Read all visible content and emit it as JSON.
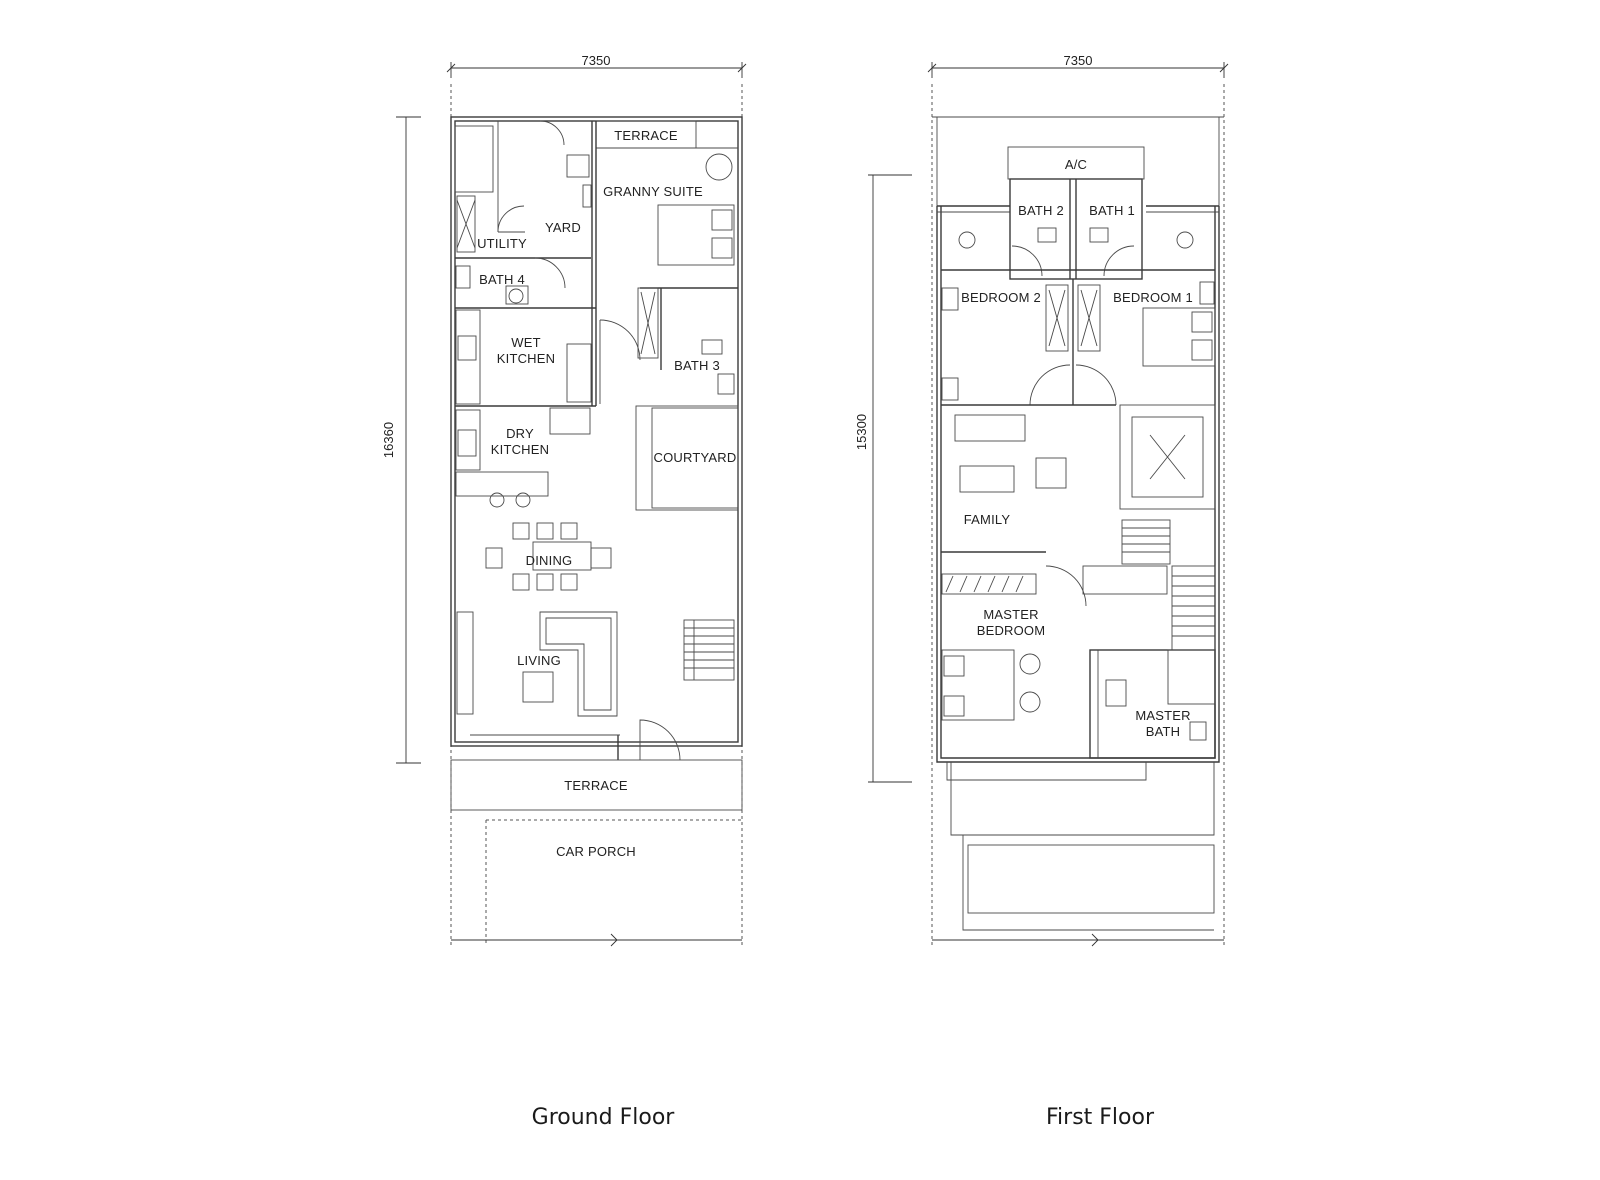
{
  "ground_floor": {
    "title": "Ground Floor",
    "width_dim": "7350",
    "height_dim": "16360",
    "rooms": {
      "terrace_top": "TERRACE",
      "granny_suite": "GRANNY SUITE",
      "yard": "YARD",
      "utility": "UTILITY",
      "bath4": "BATH 4",
      "wet_kitchen_1": "WET",
      "wet_kitchen_2": "KITCHEN",
      "bath3": "BATH 3",
      "dry_kitchen_1": "DRY",
      "dry_kitchen_2": "KITCHEN",
      "courtyard": "COURTYARD",
      "dining": "DINING",
      "living": "LIVING",
      "terrace_bottom": "TERRACE",
      "car_porch": "CAR PORCH"
    }
  },
  "first_floor": {
    "title": "First Floor",
    "width_dim": "7350",
    "height_dim": "15300",
    "rooms": {
      "ac": "A/C",
      "bath2": "BATH 2",
      "bath1": "BATH 1",
      "bedroom2": "BEDROOM 2",
      "bedroom1": "BEDROOM 1",
      "family": "FAMILY",
      "master_bedroom_1": "MASTER",
      "master_bedroom_2": "BEDROOM",
      "master_bath_1": "MASTER",
      "master_bath_2": "BATH"
    }
  }
}
